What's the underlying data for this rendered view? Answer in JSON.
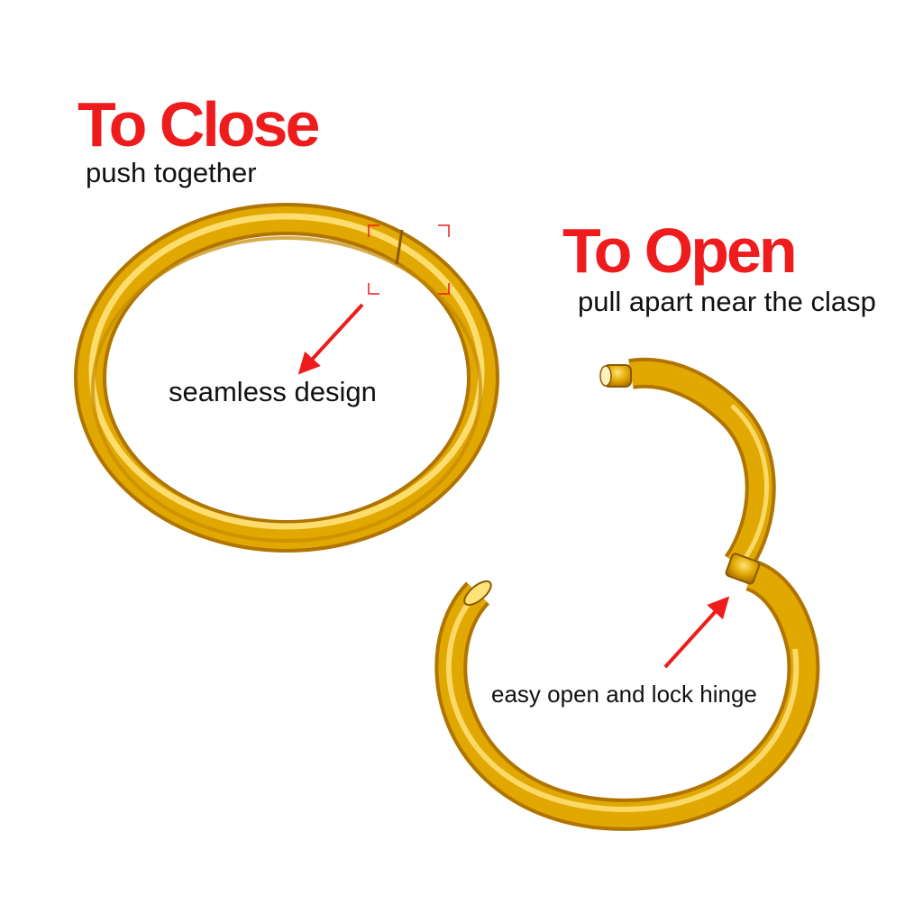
{
  "close": {
    "heading": "To Close",
    "instruction": "push together",
    "callout": "seamless design"
  },
  "open": {
    "heading": "To Open",
    "instruction": "pull apart near the clasp",
    "callout": "easy open and lock hinge"
  },
  "colors": {
    "heading_red": "#ee1c1c",
    "text": "#111111",
    "gold": "#e0a800",
    "gold_light": "#ffe27a",
    "gold_dark": "#b07400",
    "background": "#ffffff"
  }
}
